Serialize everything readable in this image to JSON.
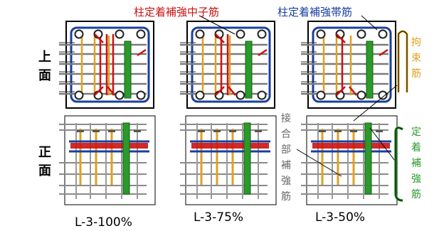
{
  "labels": {
    "core_bar": "柱定着補強中子筋",
    "hoop_bar": "柱定着補強帯筋",
    "plan_view": [
      "上",
      "面"
    ],
    "elevation_view": [
      "正",
      "面"
    ],
    "joint_bar": [
      "接",
      "合",
      "部",
      "補",
      "強",
      "筋"
    ],
    "tie_bar": [
      "拘",
      "束",
      "筋"
    ],
    "anchor_bar": [
      "定",
      "着",
      "補",
      "強",
      "筋"
    ]
  },
  "specimens": [
    "L-3-100%",
    "L-3-75%",
    "L-3-50%"
  ],
  "colors": {
    "core_bar": "#cc1111",
    "hoop_bar": "#1a3fa0",
    "tie_bar": "#e0a020",
    "anchor_bar": "#2a9a2a",
    "joint_bar": "#707070",
    "outline": "#000000"
  }
}
